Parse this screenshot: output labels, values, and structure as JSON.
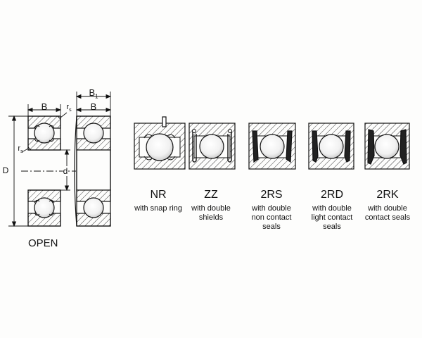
{
  "dimensions": {
    "B": "B",
    "B1": "B",
    "B1_sub": "1",
    "r": "r",
    "r_sub": "s",
    "D": "D",
    "d": "d"
  },
  "open_label": "OPEN",
  "types": [
    {
      "code": "NR",
      "desc1": "with snap ring",
      "desc2": "",
      "desc3": ""
    },
    {
      "code": "ZZ",
      "desc1": "with double",
      "desc2": "shields",
      "desc3": ""
    },
    {
      "code": "2RS",
      "desc1": "with double",
      "desc2": "non contact",
      "desc3": "seals"
    },
    {
      "code": "2RD",
      "desc1": "with double",
      "desc2": "light contact",
      "desc3": "seals"
    },
    {
      "code": "2RK",
      "desc1": "with double",
      "desc2": "contact seals",
      "desc3": ""
    }
  ]
}
